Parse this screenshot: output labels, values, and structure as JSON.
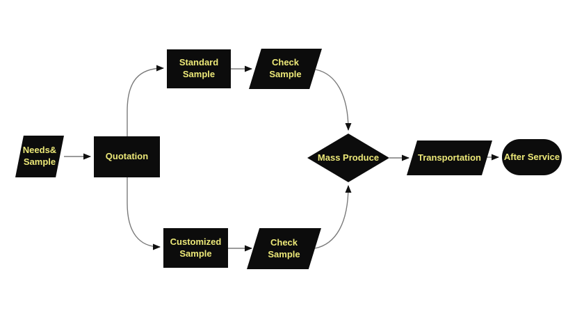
{
  "flowchart": {
    "colors": {
      "background": "#ffffff",
      "shape_fill": "#0c0c0c",
      "label_text": "#ece878",
      "connector_line": "#7a7a7a",
      "arrowhead": "#111111"
    },
    "nodes": [
      {
        "id": "needs-sample",
        "shape": "parallelogram",
        "label": "Needs&\nSample"
      },
      {
        "id": "quotation",
        "shape": "rectangle",
        "label": "Quotation"
      },
      {
        "id": "standard-sample",
        "shape": "rectangle",
        "label": "Standard\nSample"
      },
      {
        "id": "check-sample-top",
        "shape": "parallelogram",
        "label": "Check\nSample"
      },
      {
        "id": "customized-sample",
        "shape": "rectangle",
        "label": "Customized\nSample"
      },
      {
        "id": "check-sample-bottom",
        "shape": "parallelogram",
        "label": "Check\nSample"
      },
      {
        "id": "mass-produce",
        "shape": "diamond",
        "label": "Mass Produce"
      },
      {
        "id": "transportation",
        "shape": "parallelogram",
        "label": "Transportation"
      },
      {
        "id": "after-service",
        "shape": "terminator",
        "label": "After Service"
      }
    ],
    "edges": [
      {
        "from": "needs-sample",
        "to": "quotation"
      },
      {
        "from": "quotation",
        "to": "standard-sample"
      },
      {
        "from": "quotation",
        "to": "customized-sample"
      },
      {
        "from": "standard-sample",
        "to": "check-sample-top"
      },
      {
        "from": "check-sample-top",
        "to": "mass-produce"
      },
      {
        "from": "customized-sample",
        "to": "check-sample-bottom"
      },
      {
        "from": "check-sample-bottom",
        "to": "mass-produce"
      },
      {
        "from": "mass-produce",
        "to": "transportation"
      },
      {
        "from": "transportation",
        "to": "after-service"
      }
    ]
  }
}
